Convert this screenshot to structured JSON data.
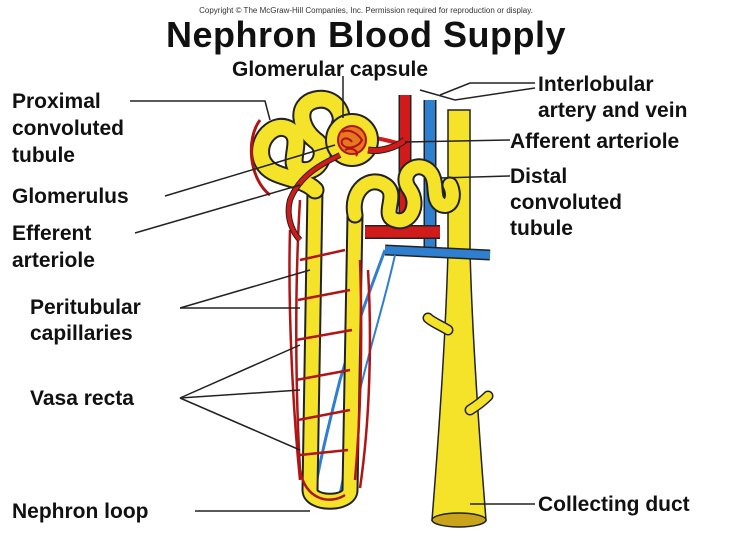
{
  "copyright": "Copyright © The McGraw-Hill Companies, Inc. Permission required for reproduction or display.",
  "title": "Nephron Blood Supply",
  "labels": {
    "glomerular_capsule": "Glomerular capsule",
    "proximal_1": "Proximal",
    "proximal_2": "convoluted",
    "proximal_3": "tubule",
    "interlobular_1": "Interlobular",
    "interlobular_2": "artery and vein",
    "afferent": "Afferent arteriole",
    "glomerulus": "Glomerulus",
    "distal_1": "Distal",
    "distal_2": "convoluted",
    "distal_3": "tubule",
    "efferent_1": "Efferent",
    "efferent_2": "arteriole",
    "peritubular_1": "Peritubular",
    "peritubular_2": "capillaries",
    "vasa_recta": "Vasa recta",
    "nephron_loop": "Nephron loop",
    "collecting_duct": "Collecting duct"
  },
  "colors": {
    "tubule": "#f5e32a",
    "artery": "#d11a1a",
    "vein": "#2f7fd0",
    "outline": "#222222"
  }
}
